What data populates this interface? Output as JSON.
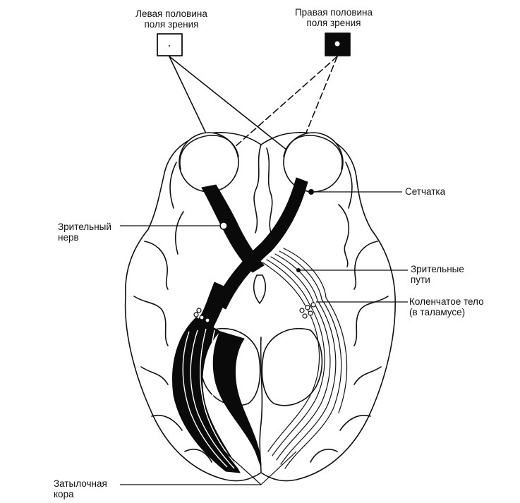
{
  "labels": {
    "left_field": [
      "Левая  половина",
      "поля зрения"
    ],
    "right_field": [
      "Правая половина",
      "поля зрения"
    ],
    "retina": "Сетчатка",
    "optic_nerve": [
      "Зрительный",
      "нерв"
    ],
    "optic_tracts": [
      "Зрительные",
      "пути"
    ],
    "geniculate": [
      "Коленчатое тело",
      "(в таламусе)"
    ],
    "occipital": [
      "Затылочная",
      "кора"
    ]
  },
  "colors": {
    "line": "#111111",
    "fill_dark": "#0a0a0a",
    "paper": "#ffffff"
  }
}
